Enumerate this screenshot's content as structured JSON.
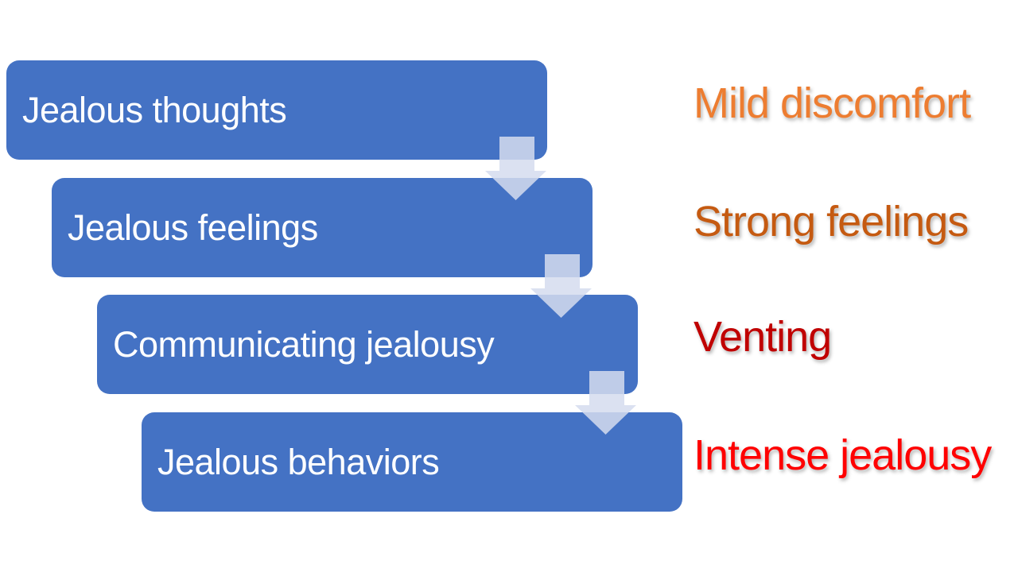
{
  "diagram": {
    "type": "step-down-process",
    "steps": [
      {
        "label": "Jealous thoughts",
        "annotation": "Mild discomfort",
        "annotation_color": "#ED7D31"
      },
      {
        "label": "Jealous feelings",
        "annotation": "Strong feelings",
        "annotation_color": "#C55A11"
      },
      {
        "label": "Communicating jealousy",
        "annotation": "Venting",
        "annotation_color": "#C00000"
      },
      {
        "label": "Jealous behaviors",
        "annotation": "Intense jealousy",
        "annotation_color": "#FF0000"
      }
    ],
    "colors": {
      "box_fill": "#4472C4",
      "box_text": "#FFFFFF",
      "arrow_fill": "rgba(213,220,238,0.85)",
      "background": "#FFFFFF"
    }
  }
}
